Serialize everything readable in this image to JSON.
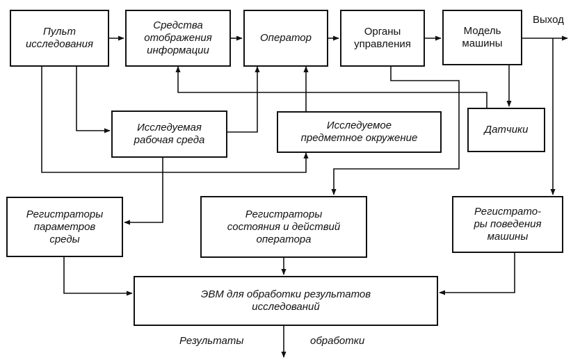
{
  "nodes": {
    "pult": "Пульт\nисследования",
    "sredstva": "Средства\nотображения\nинформации",
    "operator": "Оператор",
    "organy": "Органы\nуправления",
    "model": "Модель\nмашины",
    "datchiki": "Датчики",
    "sreda": "Исследуемая\nрабочая среда",
    "okruzhenie": "Исследуемое\nпредметное окружение",
    "reg_sredy": "Регистраторы\nпараметров\nсреды",
    "reg_operatora": "Регистраторы\nсостояния и действий\nоператора",
    "reg_mashiny": "Регистрато-\nры поведения\nмашины",
    "evm": "ЭВМ для обработки результатов\nисследований"
  },
  "labels": {
    "output": "Выход",
    "results_left": "Результаты",
    "results_right": "обработки"
  }
}
